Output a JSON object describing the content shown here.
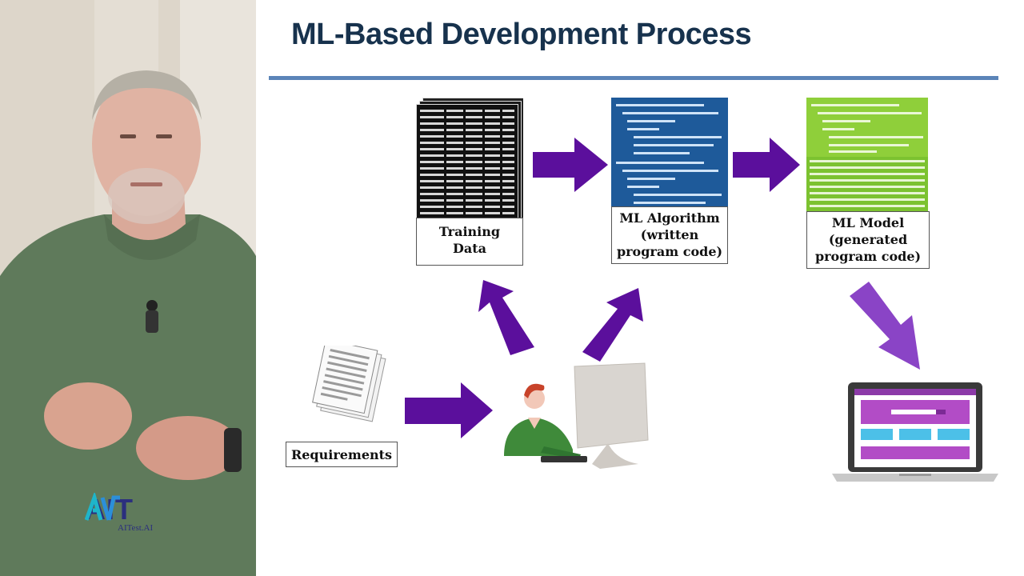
{
  "slide": {
    "title": "ML-Based Development Process"
  },
  "nodes": {
    "training_data": {
      "label_line1": "Training",
      "label_line2": "Data"
    },
    "ml_algorithm": {
      "label_line1": "ML Algorithm",
      "label_line2": "(written",
      "label_line3": "program code)"
    },
    "ml_model": {
      "label_line1": "ML Model",
      "label_line2": "(generated",
      "label_line3": "program code)"
    },
    "requirements": {
      "label": "Requirements"
    }
  },
  "logo": {
    "text": "AIT",
    "subtitle": "AITest.AI"
  },
  "colors": {
    "title": "#17324d",
    "rule": "#5b84b8",
    "arrow": "#5b0f9c",
    "algorithm_bg": "#1e5a9a",
    "model_bg": "#8fcf3a"
  }
}
